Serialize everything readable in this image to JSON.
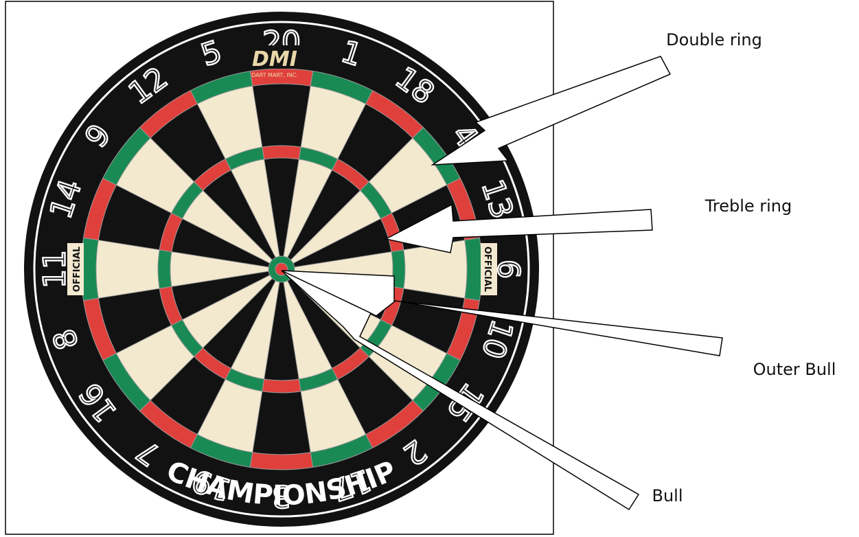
{
  "numbers": [
    "20",
    "1",
    "18",
    "4",
    "13",
    "6",
    "10",
    "15",
    "2",
    "17",
    "3",
    "19",
    "7",
    "16",
    "8",
    "11",
    "14",
    "9",
    "12",
    "5"
  ],
  "brand": {
    "logo": "DMI",
    "sub": "DART MART, INC."
  },
  "official": "OFFICIAL",
  "championship": "“CHAMPIONSHIP”",
  "labels": {
    "double_ring": "Double ring",
    "treble_ring": "Treble ring",
    "outer_bull": "Outer Bull",
    "bull": "Bull"
  },
  "colors": {
    "black": "#121212",
    "cream": "#f3e9cf",
    "red": "#e0403c",
    "green": "#1a8a55",
    "wire": "#9a9a9a"
  }
}
